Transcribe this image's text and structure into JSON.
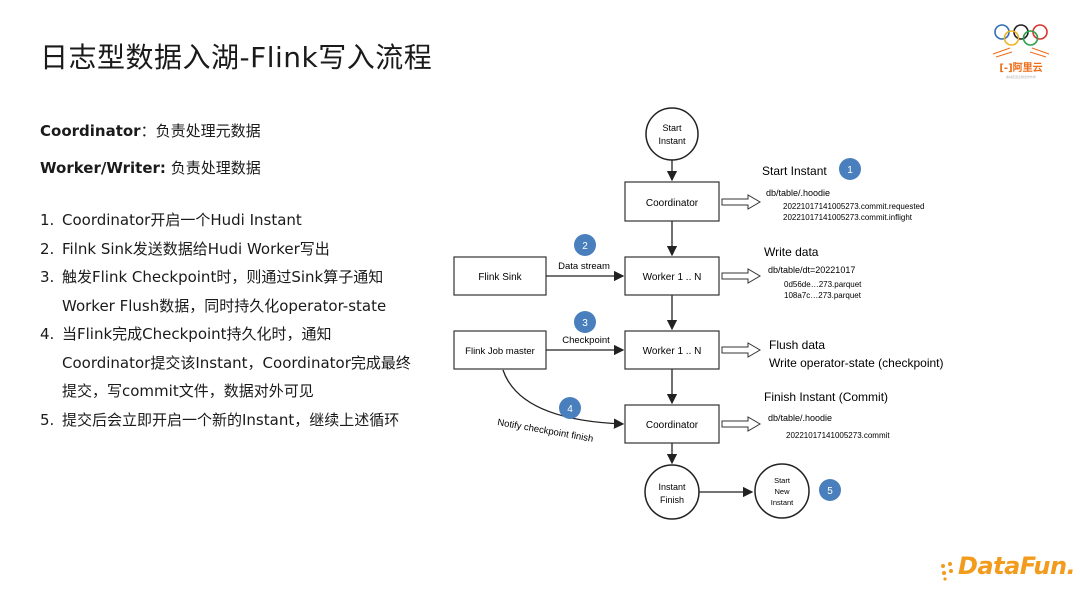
{
  "title": "日志型数据入湖-Flink写入流程",
  "roles": [
    {
      "name": "Coordinator",
      "sep": "：",
      "desc": "负责处理元数据"
    },
    {
      "name": "Worker/Writer:",
      "sep": " ",
      "desc": "负责处理数据"
    }
  ],
  "steps": [
    {
      "num": "1.",
      "text": "Coordinator开启一个Hudi Instant"
    },
    {
      "num": "2.",
      "text": "Filnk Sink发送数据给Hudi Worker写出"
    },
    {
      "num": "3.",
      "text": "触发Flink Checkpoint时，则通过Sink算子通知\nWorker Flush数据，同时持久化operator-state"
    },
    {
      "num": "4.",
      "text": "当Flink完成Checkpoint持久化时，通知\nCoordinator提交该Instant，Coordinator完成最终\n提交，写commit文件，数据对外可见"
    },
    {
      "num": "5.",
      "text": "提交后会立即开启一个新的Instant，继续上述循环"
    }
  ],
  "diagram": {
    "start_circle": [
      "Start",
      "Instant"
    ],
    "finish_circle": [
      "Instant",
      "Finish"
    ],
    "new_circle": [
      "Start",
      "New",
      "Instant"
    ],
    "boxes": {
      "coordinator1": "Coordinator",
      "worker1": "Worker 1 .. N",
      "worker2": "Worker 1 .. N",
      "coordinator2": "Coordinator",
      "flink_sink": "Flink Sink",
      "job_master": "Flink Job master"
    },
    "edge_labels": {
      "data_stream": "Data stream",
      "checkpoint": "Checkpoint",
      "notify": "Notify checkpoint finish"
    },
    "badges": [
      "1",
      "2",
      "3",
      "4",
      "5"
    ],
    "annotations": {
      "start_instant": "Start Instant",
      "start_path": "db/table/.hoodie",
      "start_file1": "20221017141005273.commit.requested",
      "start_file2": "20221017141005273.commit.inflight",
      "write_data": "Write data",
      "write_path": "db/table/dt=20221017",
      "write_file1": "0d56de…273.parquet",
      "write_file2": "108a7c…273.parquet",
      "flush_data": "Flush data",
      "flush_state": "Write operator-state (checkpoint)",
      "finish_instant": "Finish Instant (Commit)",
      "finish_path": "db/table/.hoodie",
      "finish_file": "20221017141005273.commit"
    }
  },
  "logos": {
    "aliyun": "阿里云",
    "aliyun_sub": "奥林匹克全球合作伙伴",
    "datafun": "DataFun."
  },
  "colors": {
    "badge": "#4a7fbd",
    "orange": "#f29b1d",
    "aliyun_orange": "#ef6c17",
    "box_border": "#333333"
  }
}
